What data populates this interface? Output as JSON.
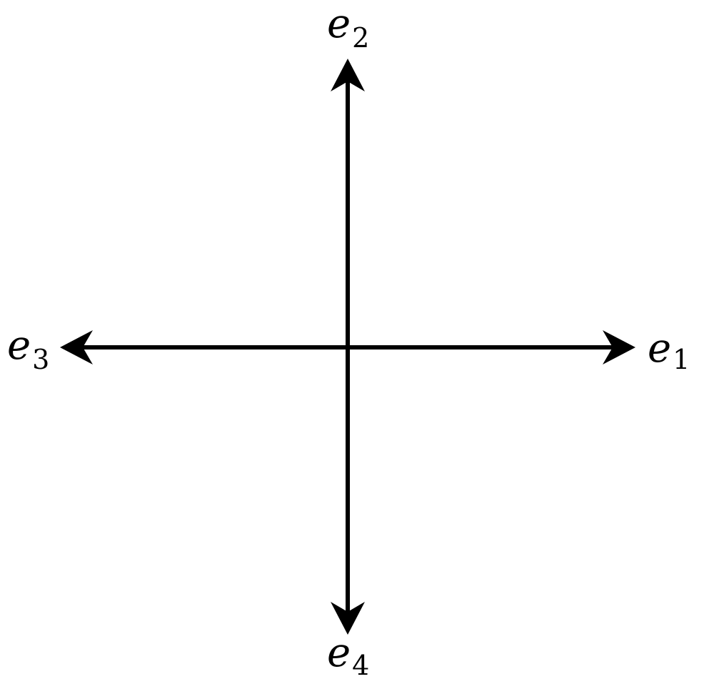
{
  "diagram": {
    "stroke_color": "#000000",
    "background_color": "#ffffff",
    "vectors": [
      {
        "id": "e1",
        "symbol": "e",
        "subscript": "1",
        "direction": "right"
      },
      {
        "id": "e2",
        "symbol": "e",
        "subscript": "2",
        "direction": "up"
      },
      {
        "id": "e3",
        "symbol": "e",
        "subscript": "3",
        "direction": "left"
      },
      {
        "id": "e4",
        "symbol": "e",
        "subscript": "4",
        "direction": "down"
      }
    ]
  }
}
